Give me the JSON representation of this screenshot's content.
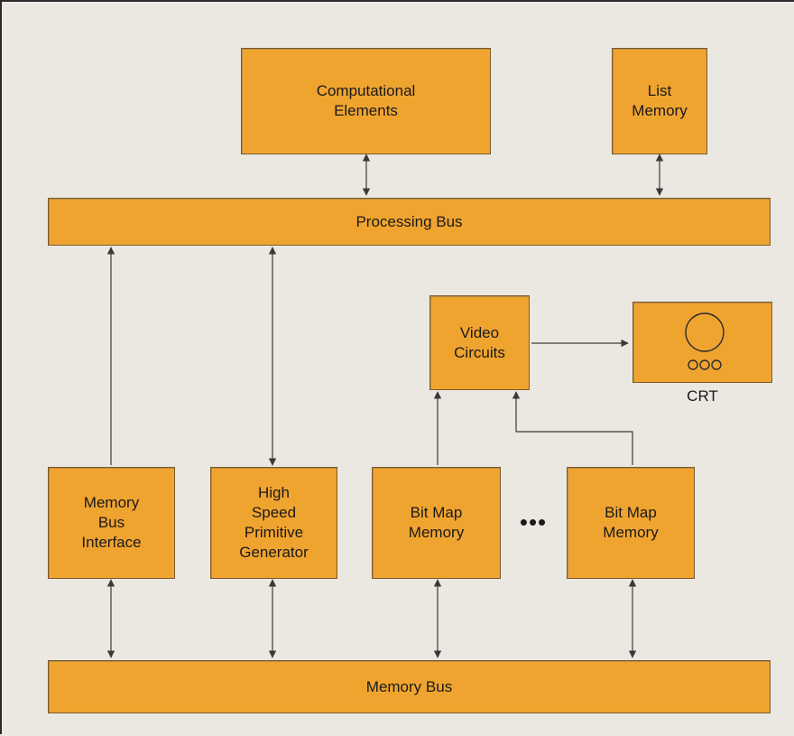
{
  "diagram": {
    "blocks": {
      "computational": "Computational\nElements",
      "list_memory": "List\nMemory",
      "processing_bus": "Processing Bus",
      "video": "Video\nCircuits",
      "crt_label": "CRT",
      "mbi": "Memory\nBus\nInterface",
      "hspg": "High\nSpeed\nPrimitive\nGenerator",
      "bitmap1": "Bit Map\nMemory",
      "bitmap2": "Bit Map\nMemory",
      "memory_bus": "Memory Bus"
    },
    "ellipsis": "•••"
  },
  "colors": {
    "block_fill": "#f0a430",
    "block_border": "#7a5a2e",
    "background": "#ebe8e2",
    "line": "#3a3a3a"
  }
}
